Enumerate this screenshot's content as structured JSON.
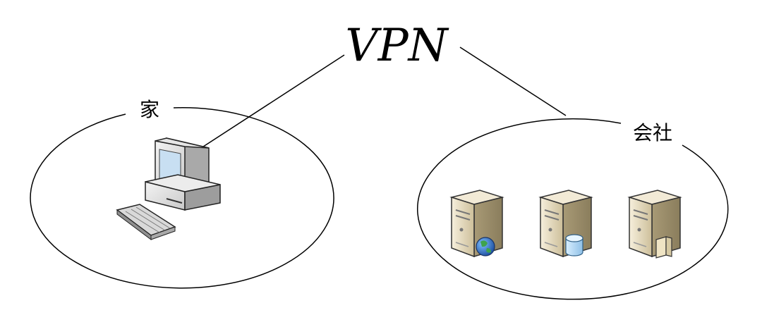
{
  "title": "VPN",
  "groups": {
    "home": {
      "label": "家",
      "device": "desktop-computer-icon"
    },
    "office": {
      "label": "会社",
      "devices": [
        "web-server-icon",
        "database-server-icon",
        "file-server-icon"
      ]
    }
  },
  "colors": {
    "line": "#000000",
    "server_body": "#e8dcc0",
    "monitor_screen": "#c8dff2",
    "globe": "#3a7bd5",
    "database": "#bfe0f5"
  }
}
